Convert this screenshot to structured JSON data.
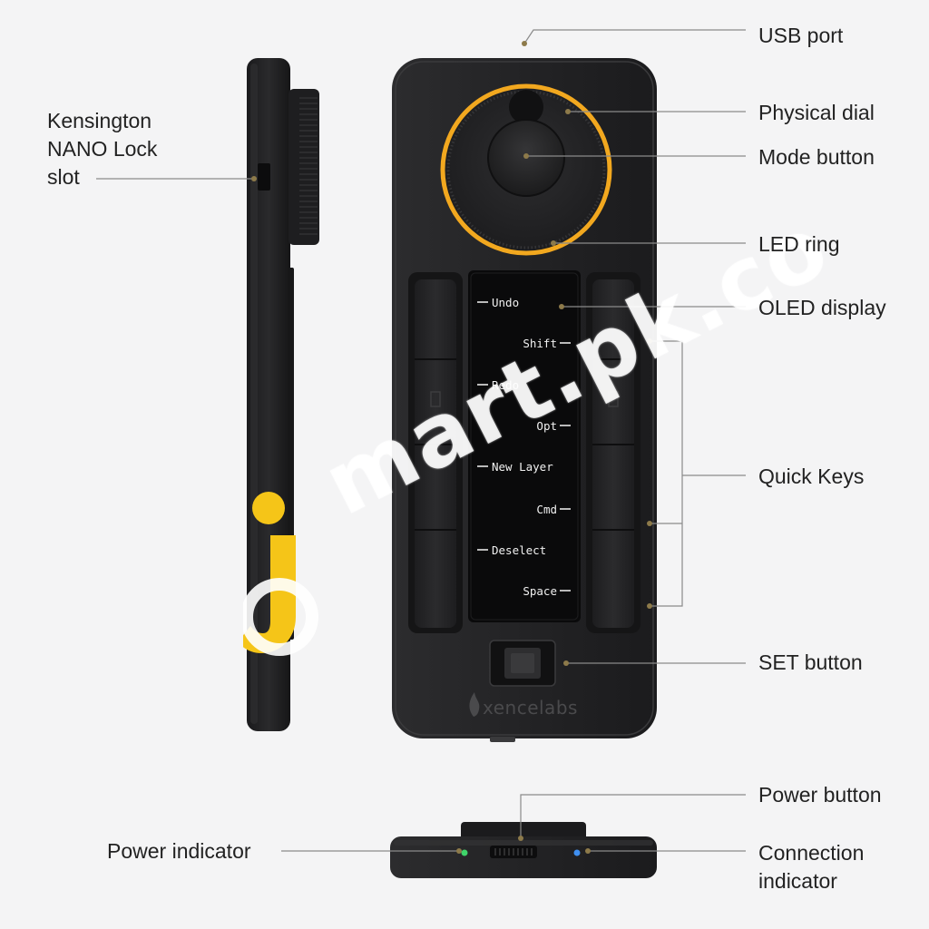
{
  "callouts": {
    "usb_port": "USB port",
    "physical_dial": "Physical dial",
    "mode_button": "Mode button",
    "led_ring": "LED ring",
    "oled_display": "OLED display",
    "quick_keys": "Quick Keys",
    "set_button": "SET button",
    "kensington": "Kensington\nNANO Lock\nslot",
    "power_button": "Power button",
    "power_indicator": "Power indicator",
    "connection_indicator": "Connection\nindicator"
  },
  "oled_labels": {
    "left": [
      "Undo",
      "Redo",
      "New Layer",
      "Deselect"
    ],
    "right": [
      "Shift",
      "Opt",
      "Cmd",
      "Space"
    ]
  },
  "brand": "xencelabs",
  "watermark": "mart.pk.co",
  "colors": {
    "background": "#f4f4f5",
    "device": "#222224",
    "led_ring": "#f2a81f",
    "power_led": "#3fd46a",
    "connection_led": "#3f8ff0",
    "callout_line": "#8a8a8a",
    "callout_dot": "#8d7a4a"
  },
  "icons": {
    "brand_logo": "xencelabs-flame-icon",
    "watermark_logo": "imart-logo-icon"
  }
}
